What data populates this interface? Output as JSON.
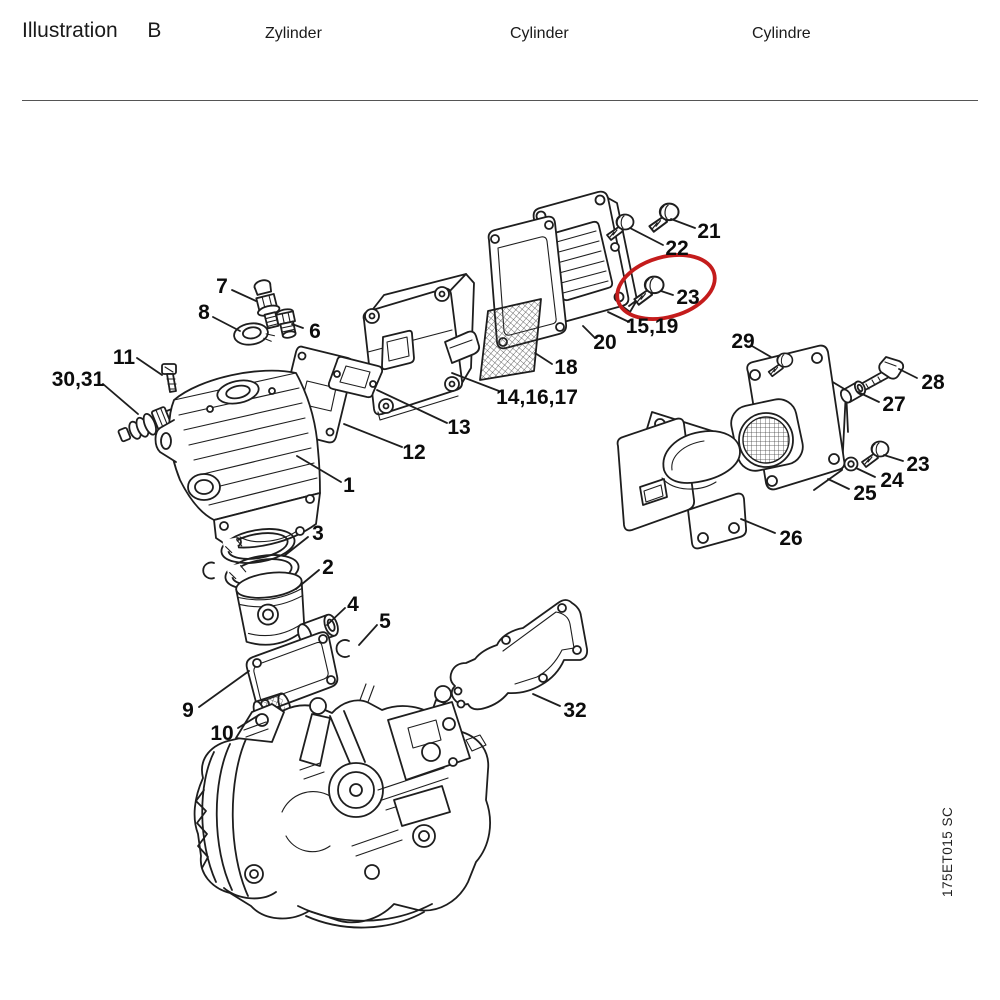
{
  "header": {
    "title": "Illustration  B",
    "columns": [
      "Zylinder",
      "Cylinder",
      "Cylindre"
    ]
  },
  "doc_code": "175ET015 SC",
  "highlight": {
    "part": "23",
    "color": "#c41c1c"
  },
  "labels": {
    "n1": "1",
    "n2": "2",
    "n3": "3",
    "n4": "4",
    "n5": "5",
    "n6": "6",
    "n7": "7",
    "n8": "8",
    "n9": "9",
    "n10": "10",
    "n11": "11",
    "n12": "12",
    "n13": "13",
    "n14": "14,16,17",
    "n15": "15,19",
    "n18": "18",
    "n20": "20",
    "n21": "21",
    "n22": "22",
    "n23": "23",
    "n24": "24",
    "n25": "25",
    "n26": "26",
    "n27": "27",
    "n28": "28",
    "n29": "29",
    "n30": "30,31",
    "n32": "32"
  }
}
